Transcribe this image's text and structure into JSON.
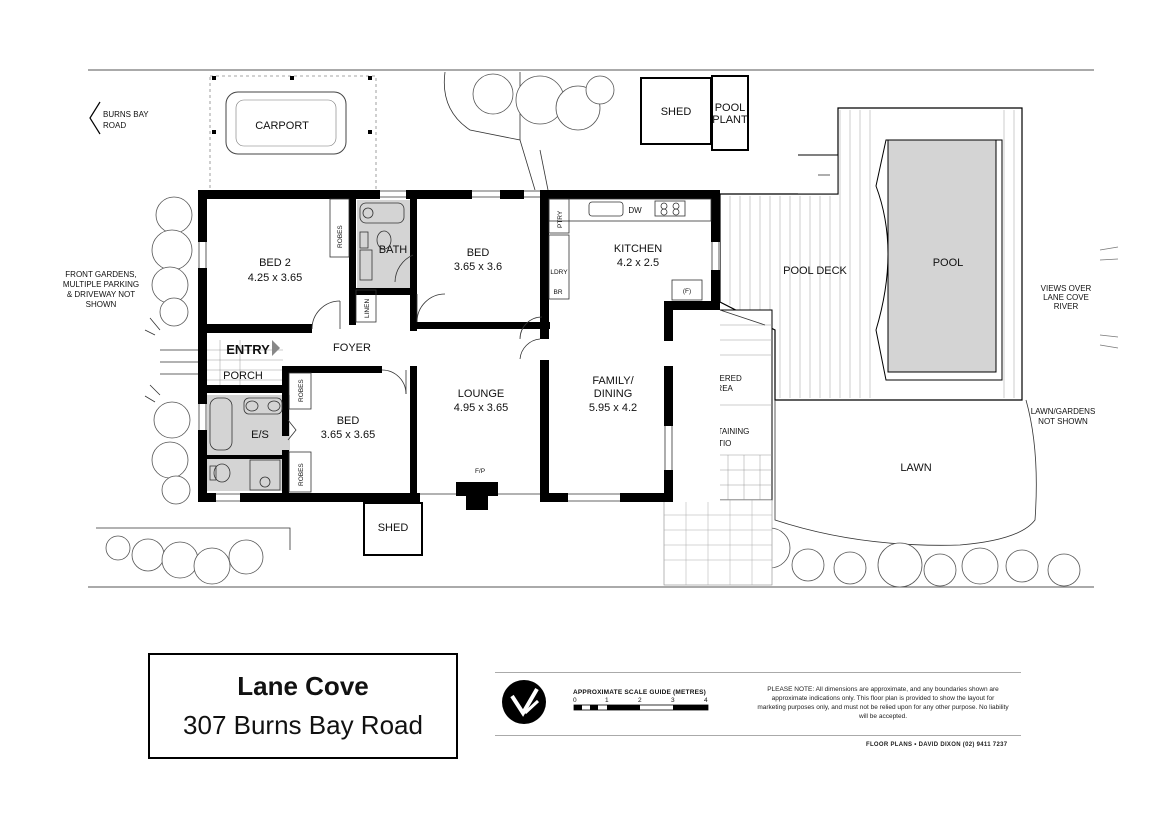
{
  "rooms": {
    "bed2": {
      "name": "BED 2",
      "size": "4.25 x 3.65"
    },
    "bed_mid": {
      "name": "BED",
      "size": "3.65 x 3.6"
    },
    "bed_low": {
      "name": "BED",
      "size": "3.65 x 3.65"
    },
    "kitchen": {
      "name": "KITCHEN",
      "size": "4.2 x 2.5"
    },
    "lounge": {
      "name": "LOUNGE",
      "size": "4.95 x 3.65"
    },
    "family": {
      "name1": "FAMILY/",
      "name2": "DINING",
      "size": "5.95 x 4.2"
    },
    "bath": "BATH",
    "es": "E/S",
    "foyer": "FOYER",
    "entry": "ENTRY",
    "porch": "PORCH",
    "robes": "ROBES",
    "linen": "LINEN",
    "ptry": "PTRY",
    "ldry": "LDRY",
    "br": "BR",
    "dw": "DW",
    "fridge": "(F)",
    "fp": "F/P"
  },
  "outside": {
    "carport": "CARPORT",
    "shed_top": "SHED",
    "pool_plant": [
      "POOL",
      "PLANT"
    ],
    "shed_bottom": "SHED",
    "pool_deck": "POOL DECK",
    "pool": "POOL",
    "covered_area": [
      "COVERED",
      "AREA"
    ],
    "entertaining_patio": [
      "ENTERTAINING",
      "PATIO"
    ],
    "lawn": "LAWN",
    "burns_bay_road": [
      "BURNS BAY",
      "ROAD"
    ],
    "front_gardens": [
      "FRONT GARDENS,",
      "MULTIPLE PARKING",
      "& DRIVEWAY NOT",
      "SHOWN"
    ],
    "views": [
      "VIEWS OVER",
      "LANE COVE",
      "RIVER"
    ],
    "lawn_gardens": [
      "LAWN/GARDENS",
      "NOT SHOWN"
    ]
  },
  "title": {
    "line1": "Lane Cove",
    "line2": "307 Burns Bay Road"
  },
  "footer": {
    "scale_title": "APPROXIMATE SCALE GUIDE (METRES)",
    "scale_ticks": [
      "0",
      "1",
      "2",
      "3",
      "4"
    ],
    "note": "PLEASE NOTE: All dimensions are approximate, and any boundaries shown are approximate indications only. This floor plan is provided to show the layout for marketing purposes only, and must not be relied upon for any other purpose. No liability will be accepted.",
    "credit": "FLOOR PLANS • DAVID DIXON (02) 9411 7237"
  },
  "colors": {
    "wall": "#000000",
    "wet_area": "#d4d4d4",
    "line": "#333333"
  }
}
